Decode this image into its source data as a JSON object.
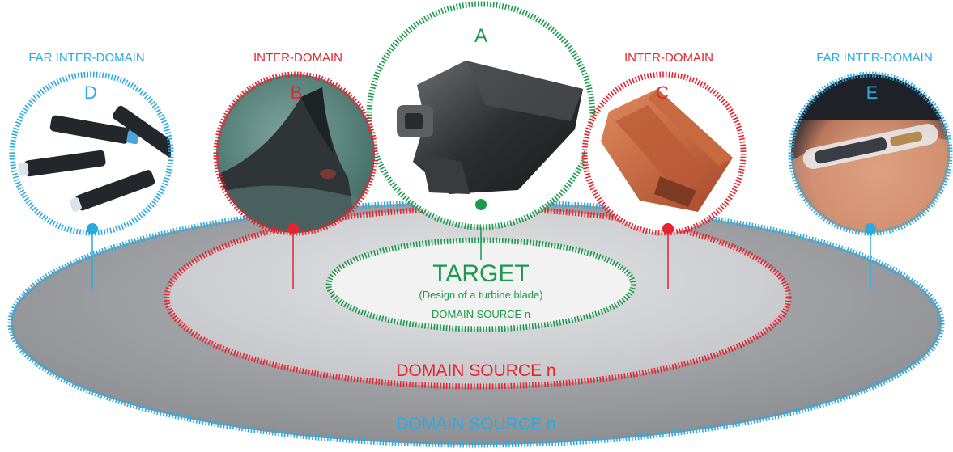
{
  "colors": {
    "blue": "#29abe2",
    "red": "#e8232d",
    "green": "#1a9a4a",
    "outer_fill": "#a5a6a9",
    "middle_fill": "#d6d7d9",
    "inner_fill": "#f1f1f1"
  },
  "domains": {
    "outer": {
      "label": "DOMAIN SOURCE n"
    },
    "middle": {
      "label": "DOMAIN SOURCE n"
    },
    "inner": {
      "title": "TARGET",
      "subtitle": "(Design of a turbine blade)",
      "label": "DOMAIN SOURCE n"
    }
  },
  "nodes": [
    {
      "letter": "A",
      "heading": "",
      "image": "turbine-blade"
    },
    {
      "letter": "B",
      "heading": "INTER-DOMAIN",
      "image": "shark-fin"
    },
    {
      "letter": "C",
      "heading": "INTER-DOMAIN",
      "image": "roof-tile"
    },
    {
      "letter": "D",
      "heading": "FAR INTER-DOMAIN",
      "image": "ink-cartridges"
    },
    {
      "letter": "E",
      "heading": "FAR INTER-DOMAIN",
      "image": "microchip-implant"
    }
  ]
}
